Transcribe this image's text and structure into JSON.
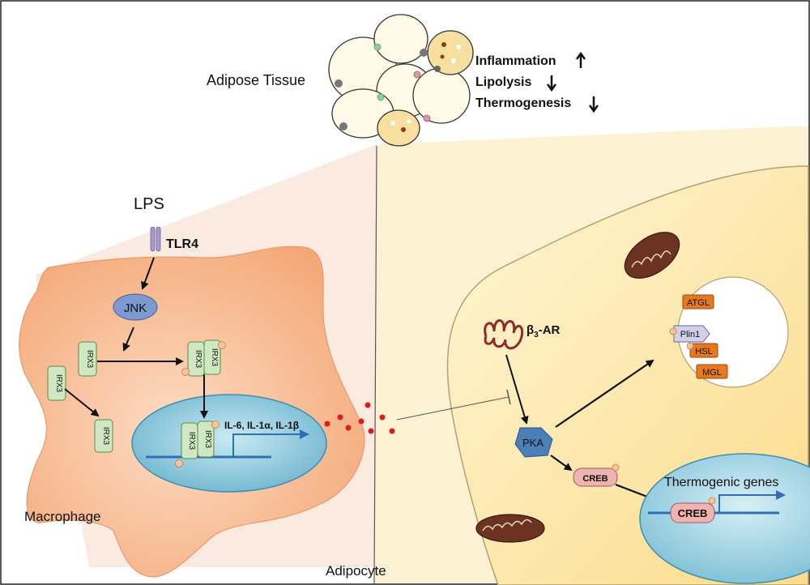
{
  "top": {
    "tissue_label": "Adipose Tissue",
    "effects": [
      {
        "label": "Inflammation",
        "direction": "up"
      },
      {
        "label": "Lipolysis",
        "direction": "down"
      },
      {
        "label": "Thermogenesis",
        "direction": "down"
      }
    ]
  },
  "macrophage": {
    "lps": "LPS",
    "tlr4": "TLR4",
    "jnk": "JNK",
    "irx3": "IRX3",
    "cytokines": "IL-6, IL-1α, IL-1β",
    "cell_label": "Macrophage",
    "phospho": "P"
  },
  "adipocyte": {
    "receptor": "β3-AR",
    "receptor_base": "β",
    "receptor_sub": "3",
    "receptor_suffix": "-AR",
    "pka": "PKA",
    "creb": "CREB",
    "lipases": {
      "atgl": "ATGL",
      "plin1": "Plin1",
      "hsl": "HSL",
      "mgl": "MGL"
    },
    "genes": "Thermogenic genes",
    "cell_label": "Adipocyte"
  },
  "colors": {
    "macrophage_fill": "#f5b98f",
    "adipocyte_fill": "#fbe3a0",
    "nucleus_fill": "#7ec3d8",
    "arrow_blue": "#2e6fb5",
    "cytokine_red": "#e01b1b",
    "mito_brown": "#6b3320",
    "lipase_orange": "#e6781f",
    "pka_blue": "#4a7fb8",
    "creb_pink": "#efb3b0"
  }
}
